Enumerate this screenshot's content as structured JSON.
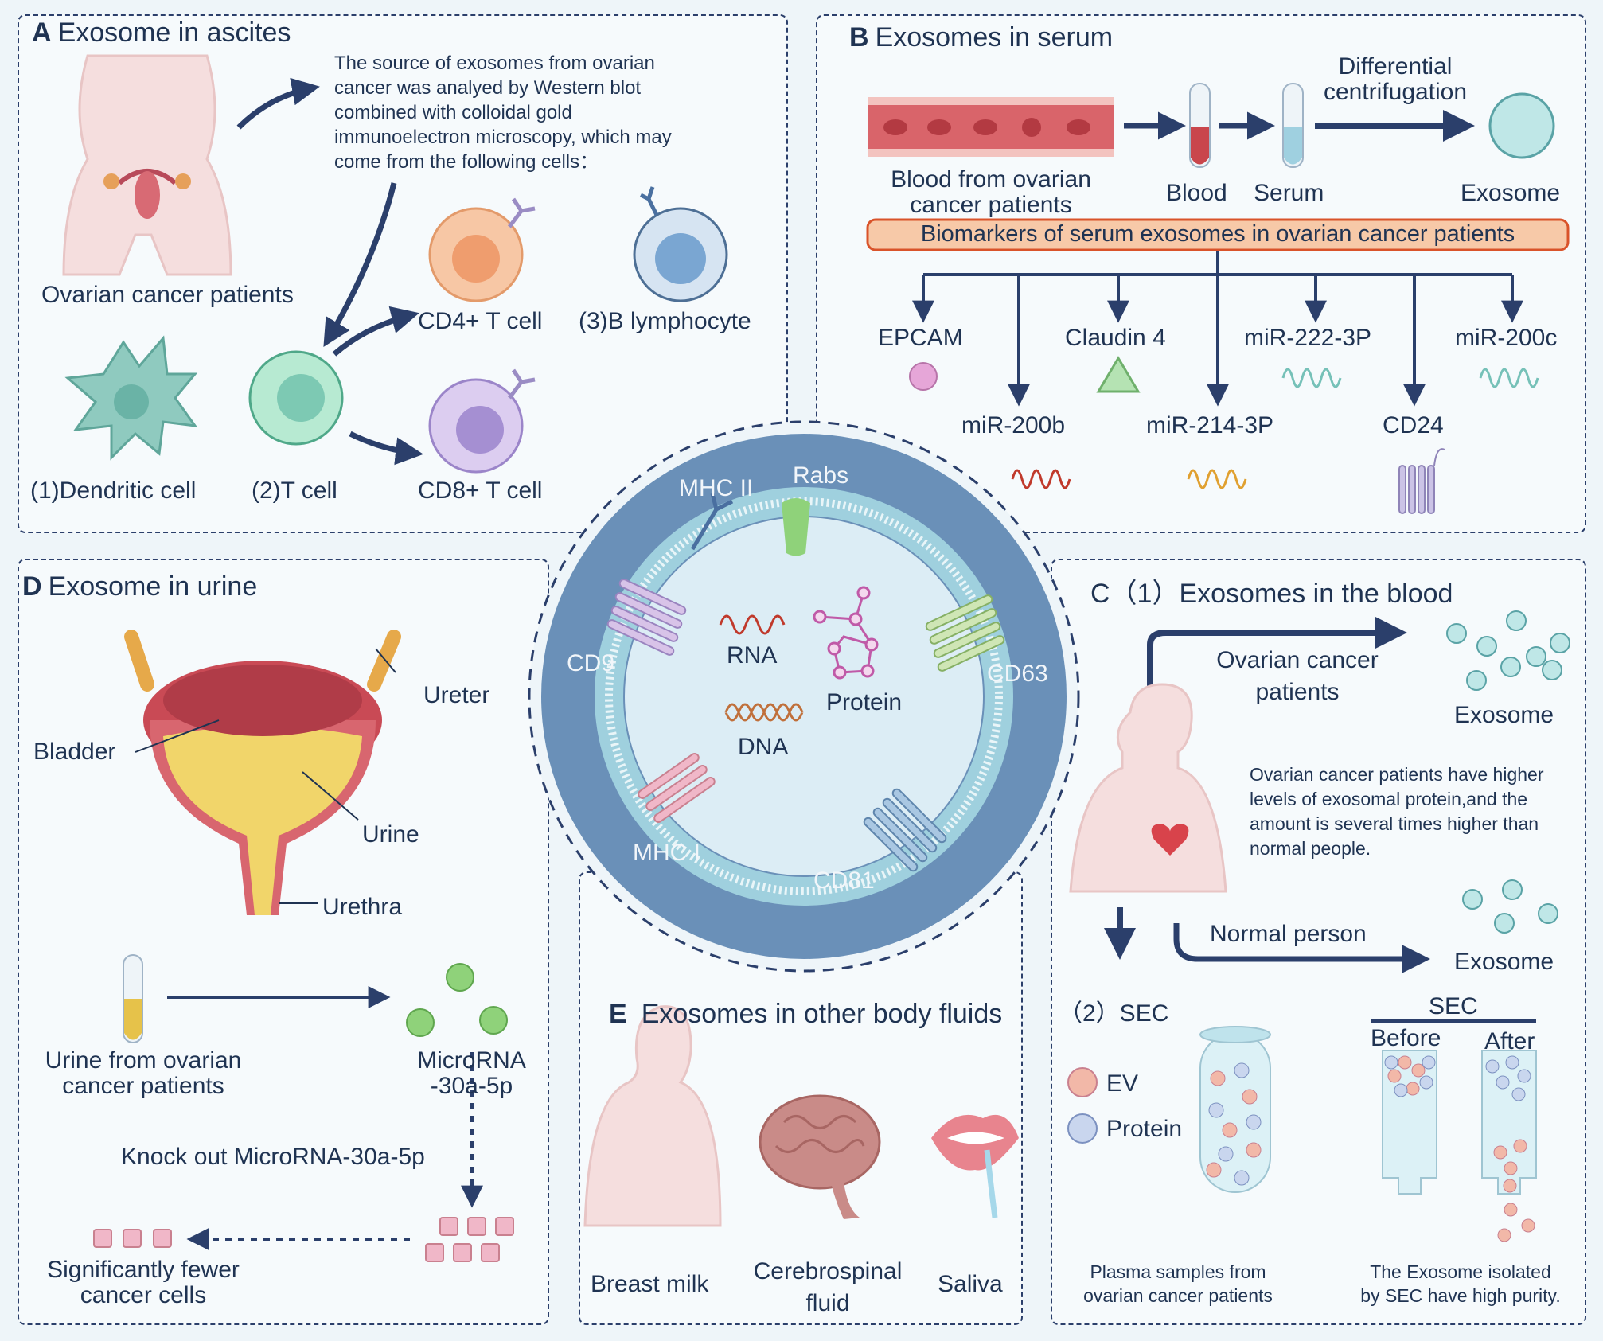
{
  "panel_a": {
    "letter": "A",
    "title": "Exosome in ascites",
    "description": "The source of exosomes from ovarian cancer was analyed by Western blot combined with colloidal gold immunoelectron microscopy, which may come from the following cells：",
    "patients_label": "Ovarian cancer patients",
    "cd4": "CD4+ T cell",
    "b_lymph": "(3)B lymphocyte",
    "dendritic": "(1)Dendritic cell",
    "tcell": "(2)T cell",
    "cd8": "CD8+ T cell"
  },
  "panel_b": {
    "letter": "B",
    "title": "Exosomes in serum",
    "blood_from_1": "Blood from ovarian",
    "blood_from_2": "cancer patients",
    "blood": "Blood",
    "serum": "Serum",
    "diff_1": "Differential",
    "diff_2": "centrifugation",
    "exosome": "Exosome",
    "biomarkers": "Biomarkers of serum exosomes in ovarian cancer patients",
    "epcam": "EPCAM",
    "claudin": "Claudin 4",
    "mir222": "miR-222-3P",
    "mir200c": "miR-200c",
    "mir200b": "miR-200b",
    "mir214": "miR-214-3P",
    "cd24": "CD24"
  },
  "center": {
    "mhc2": "MHC II",
    "rabs": "Rabs",
    "cd9": "CD9",
    "rna": "RNA",
    "protein": "Protein",
    "cd63": "CD63",
    "dna": "DNA",
    "mhc1": "MHC I",
    "cd81": "CD81"
  },
  "panel_c": {
    "title": "C（1）Exosomes in the blood",
    "ovarian_1": "Ovarian cancer",
    "ovarian_2": "patients",
    "exosome_1": "Exosome",
    "note": "Ovarian cancer patients have higher levels of exosomal protein,and the amount is several times higher than normal people.",
    "normal": "Normal person",
    "exosome_2": "Exosome",
    "sec_title": "（2）SEC",
    "ev": "EV",
    "protein": "Protein",
    "sec": "SEC",
    "before": "Before",
    "after": "After",
    "plasma_1": "Plasma samples from",
    "plasma_2": "ovarian cancer patients",
    "isolated_1": "The Exosome isolated",
    "isolated_2": "by SEC have high purity."
  },
  "panel_d": {
    "letter": "D",
    "title": "Exosome in urine",
    "ureter": "Ureter",
    "bladder": "Bladder",
    "urine": "Urine",
    "urethra": "Urethra",
    "urine_from_1": "Urine from ovarian",
    "urine_from_2": "cancer patients",
    "microrna_1": "MicroRNA",
    "microrna_2": "-30a-5p",
    "knockout": "Knock out MicroRNA-30a-5p",
    "fewer_1": "Significantly fewer",
    "fewer_2": "cancer cells"
  },
  "panel_e": {
    "letter": "E",
    "title": "Exosomes in other body fluids",
    "breast": "Breast milk",
    "csf_1": "Cerebrospinal",
    "csf_2": "fluid",
    "saliva": "Saliva"
  },
  "colors": {
    "navy": "#2b3f6b",
    "exosome_blue": "#6a90b8",
    "biomarker_fill": "#f7c9a8",
    "biomarker_border": "#d9532a",
    "mirna_red": "#c0392b",
    "mirna_orange": "#e0a030",
    "mirna_teal": "#76c1b8"
  }
}
